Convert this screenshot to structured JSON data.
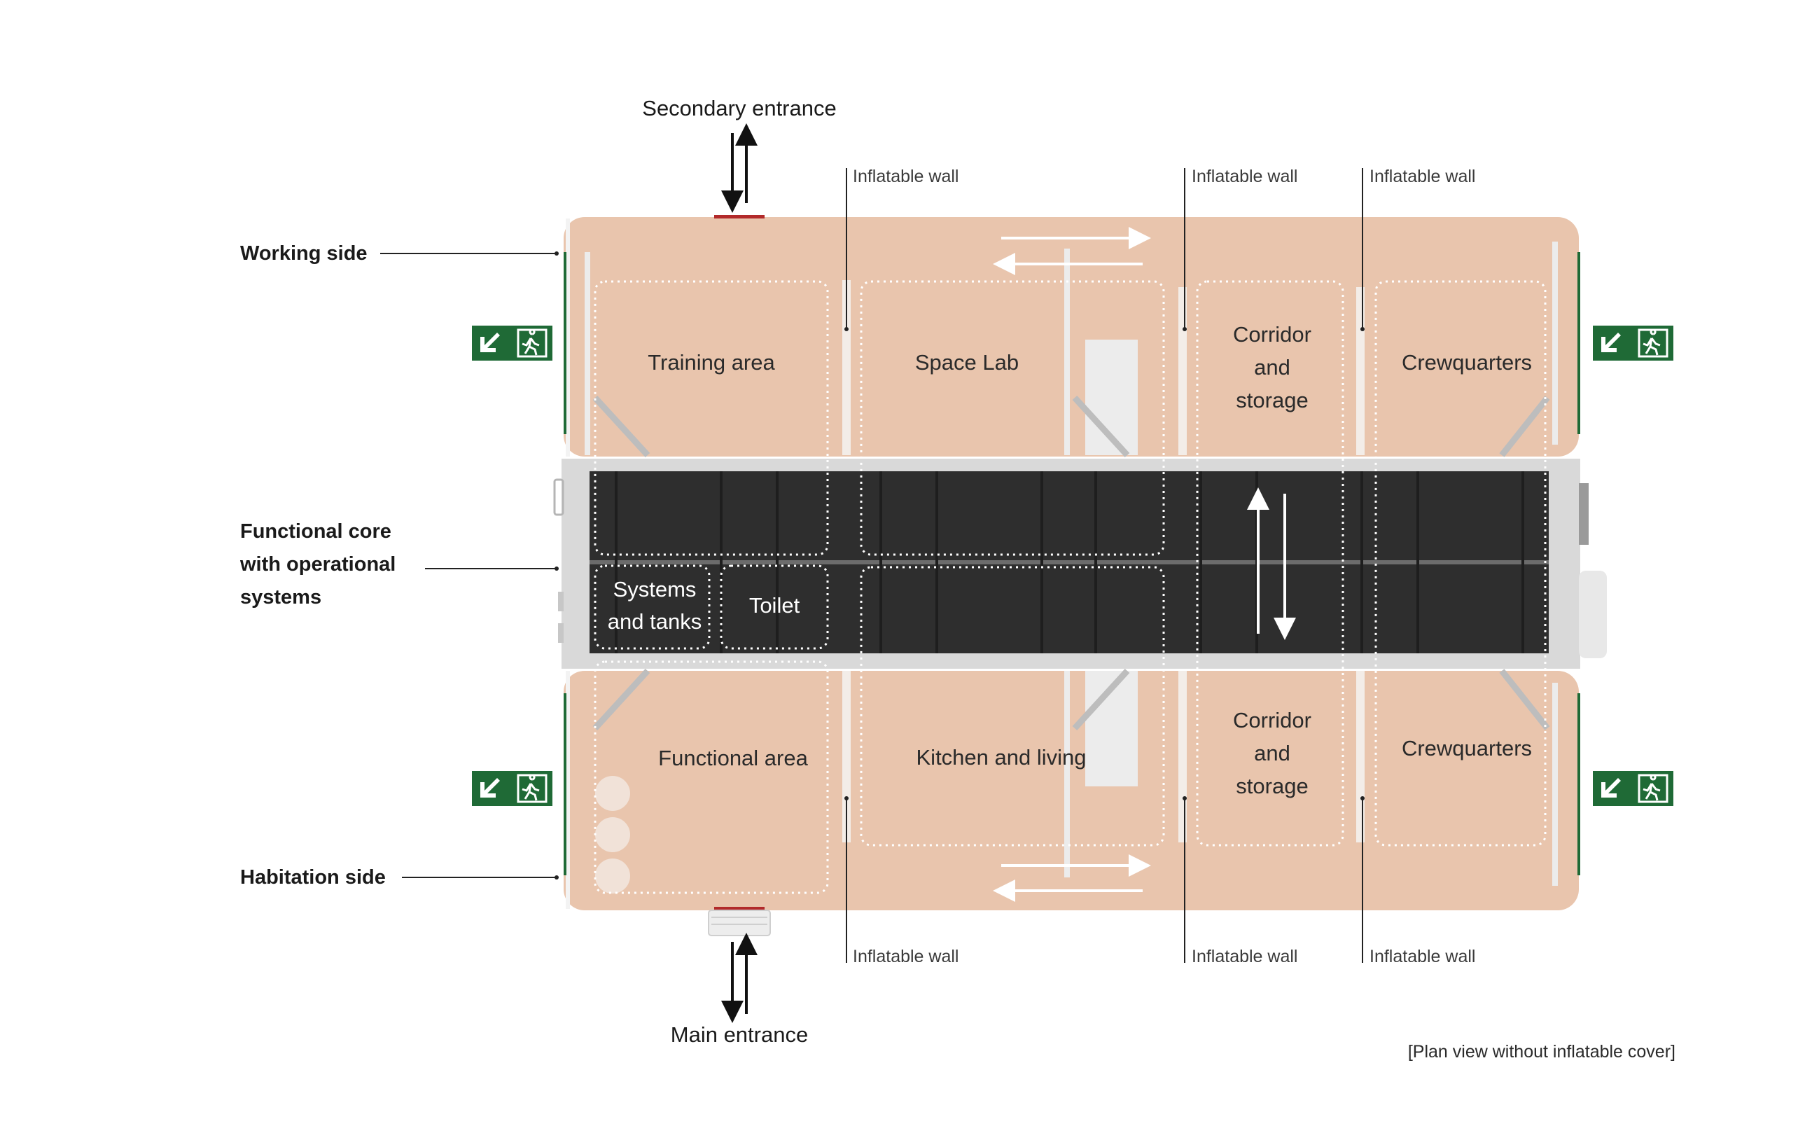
{
  "entrances": {
    "secondary": "Secondary entrance",
    "main": "Main entrance"
  },
  "sides": {
    "working": "Working side",
    "core_line1": "Functional core",
    "core_line2": "with operational",
    "core_line3": "systems",
    "habitation": "Habitation side"
  },
  "rooms": {
    "training": "Training area",
    "space_lab": "Space Lab",
    "corridor_top_1": "Corridor",
    "corridor_top_2": "and",
    "corridor_top_3": "storage",
    "crew_top": "Crewquarters",
    "systems_1": "Systems",
    "systems_2": "and tanks",
    "toilet": "Toilet",
    "functional": "Functional area",
    "kitchen": "Kitchen and living",
    "corridor_bottom_1": "Corridor",
    "corridor_bottom_2": "and",
    "corridor_bottom_3": "storage",
    "crew_bottom": "Crewquarters"
  },
  "walls": {
    "top_1": "Inflatable wall",
    "top_2": "Inflatable wall",
    "top_3": "Inflatable wall",
    "bottom_1": "Inflatable wall",
    "bottom_2": "Inflatable wall",
    "bottom_3": "Inflatable wall"
  },
  "note": "[Plan view without inflatable cover]",
  "icons": [
    "exit-sign-icon",
    "running-man-icon",
    "arrow-down-left-icon",
    "double-arrow-icon"
  ],
  "colors": {
    "module_fill": "#e9c5ad",
    "core_fill": "#2e2e2e",
    "core_frame": "#d9d9d9",
    "exit_green": "#1f6a36",
    "door_red": "#b22a2a"
  }
}
